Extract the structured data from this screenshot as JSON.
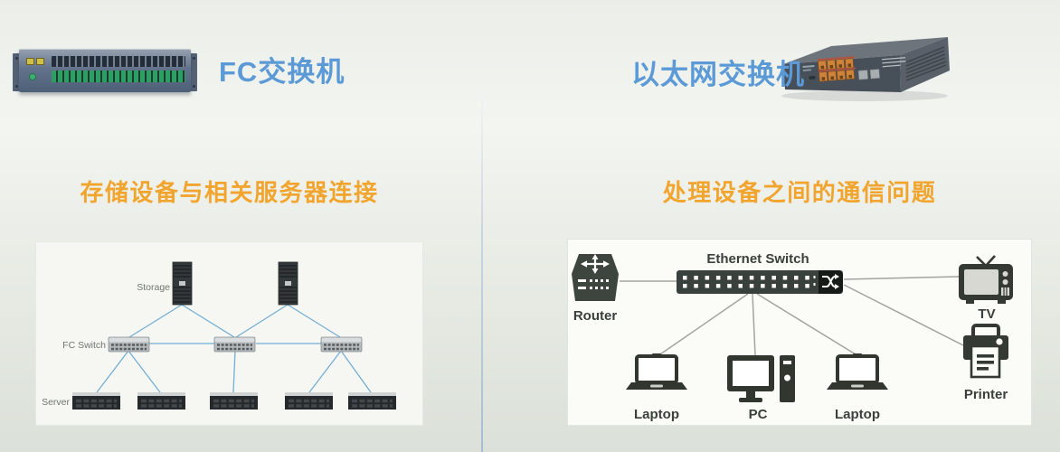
{
  "left": {
    "title": "FC交换机",
    "headline": "存储设备与相关服务器连接",
    "diagram": {
      "storage_label": "Storage",
      "fc_switch_label": "FC Switch",
      "server_label": "Server"
    }
  },
  "right": {
    "title": "以太网交换机",
    "headline": "处理设备之间的通信问题",
    "diagram": {
      "switch_label": "Ethernet Switch",
      "router_label": "Router",
      "tv_label": "TV",
      "printer_label": "Printer",
      "laptop1_label": "Laptop",
      "pc_label": "PC",
      "laptop2_label": "Laptop"
    }
  },
  "icons": {
    "router-icon": "box with 4-way crossed arrows and port dots",
    "ethernet-switch-icon": "port strip with crossover arrows",
    "tv-icon": "retro television with antenna",
    "printer-icon": "printer with paper sheet",
    "laptop-icon": "open laptop",
    "pc-icon": "monitor with tower"
  },
  "colors": {
    "title_blue": "#5b9ad6",
    "headline_orange": "#f1a42e",
    "divider_blue": "#a8bcd3",
    "fc_line_blue": "#74aed3",
    "eth_line_gray": "#a3a49e",
    "icon_dark": "#343a33",
    "port_orange": "#c97e35",
    "port_green": "#2ca064"
  }
}
